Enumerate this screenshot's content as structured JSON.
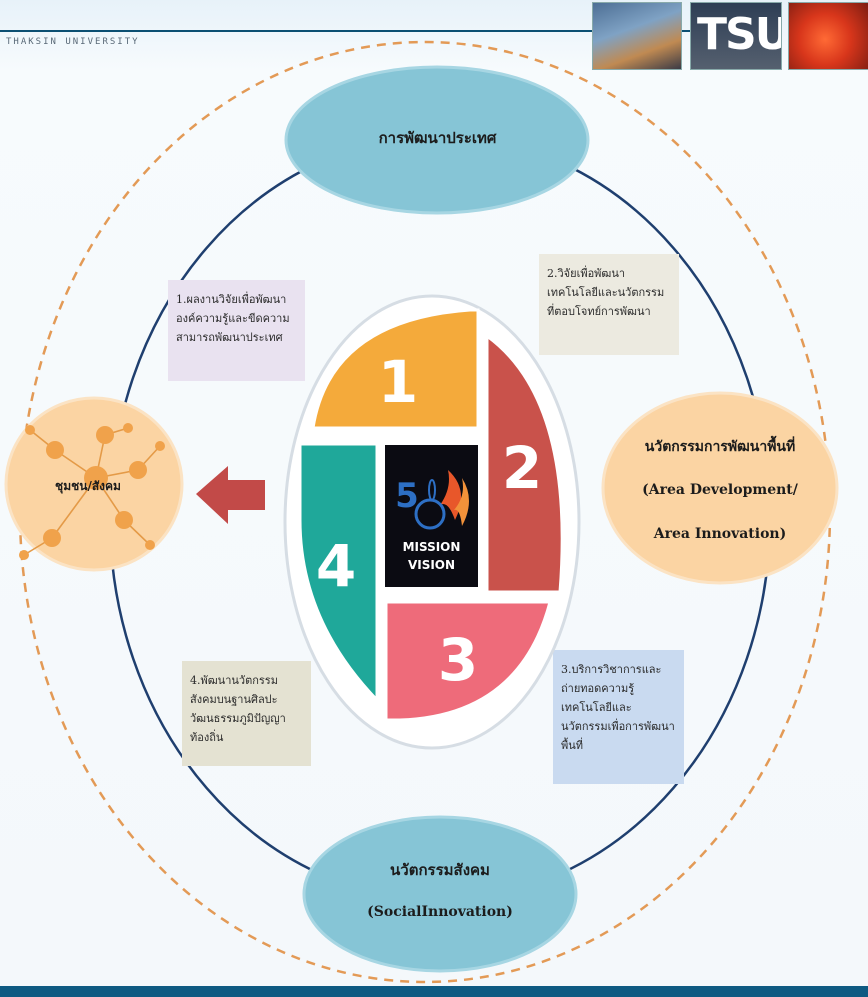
{
  "header": {
    "university_text": "THAKSIN UNIVERSITY",
    "thumb_label": "TSU"
  },
  "ellipses": {
    "top": "การพัฒนาประเทศ",
    "right_line1": "นวัตกรรมการพัฒนาพื้นที่",
    "right_line2": "(Area Development/",
    "right_line3": "Area Innovation)",
    "bottom_line1": "นวัตกรรมสังคม",
    "bottom_line2": "(SocialInnovation)",
    "left": "ชุมชน/สังคม"
  },
  "boxes": {
    "box1": "1.ผลงานวิจัยเพื่อพัฒนาองค์ความรู้และขีดความสามารถพัฒนาประเทศ",
    "box2": "2.วิจัยเพื่อพัฒนาเทคโนโลยีและนวัตกรรมที่ตอบโจทย์การพัฒนา",
    "box3": "3.บริการวิชาการและถ่ายทอดความรู้เทคโนโลยีและนวัตกรรมเพื่อการพัฒนาพื้นที่",
    "box4": "4.พัฒนานวัตกรรมสังคมบนฐานศิลปะ วัฒนธรรมภูมิปัญญาท้องถิ่น"
  },
  "center": {
    "q1": "1",
    "q2": "2",
    "q3": "3",
    "q4": "4",
    "logo_number": "5",
    "logo_line1": "MISSION",
    "logo_line2": "VISION"
  },
  "colors": {
    "q1": "#f4aa3b",
    "q2": "#c9524b",
    "q3": "#ee6b7a",
    "q4": "#1fa89a",
    "blue_ellipse": "#86c5d6",
    "peach_ellipse": "#fbd4a3",
    "arrow": "#c24a48",
    "dashed": "#e39a56",
    "ring": "#1f3f6f"
  }
}
